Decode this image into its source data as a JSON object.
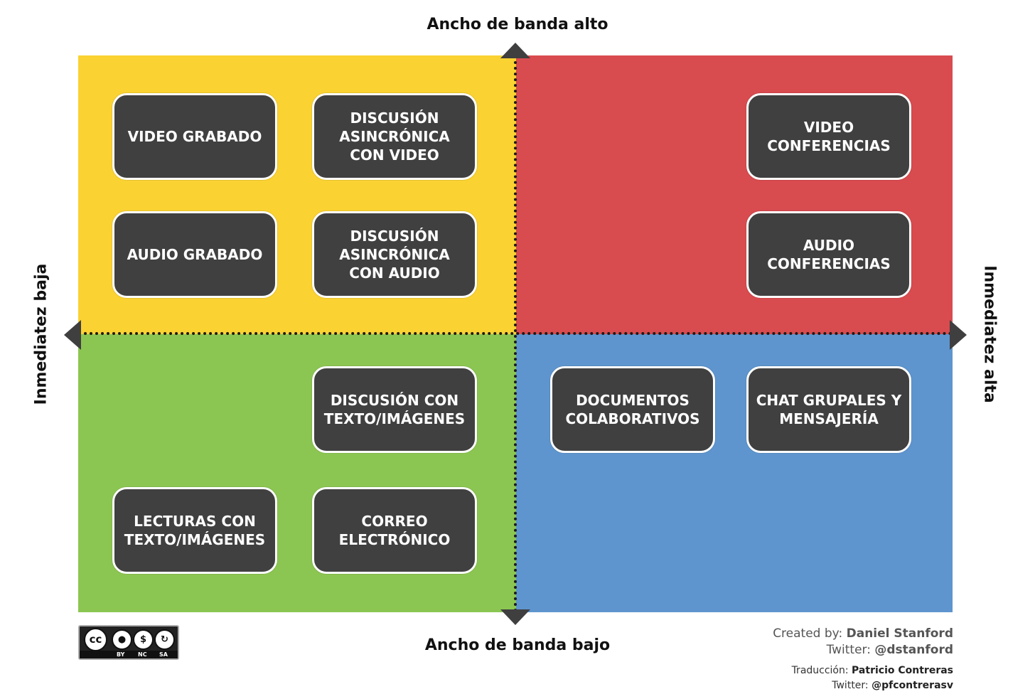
{
  "axes": {
    "top": "Ancho de banda alto",
    "bottom": "Ancho de banda bajo",
    "left": "Inmediatez baja",
    "right": "Inmediatez alta"
  },
  "colors": {
    "top_left": "#FAD232",
    "top_right": "#D84B4F",
    "bottom_left": "#8CC652",
    "bottom_right": "#5E95CE",
    "box": "#404040"
  },
  "boxes": {
    "video_grabado": "VIDEO GRABADO",
    "discusion_video": "DISCUSIÓN\nASINCRÓNICA\nCON VIDEO",
    "audio_grabado": "AUDIO GRABADO",
    "discusion_audio": "DISCUSIÓN\nASINCRÓNICA\nCON AUDIO",
    "video_conferencias": "VIDEO\nCONFERENCIAS",
    "audio_conferencias": "AUDIO\nCONFERENCIAS",
    "discusion_texto": "DISCUSIÓN CON\nTEXTO/IMÁGENES",
    "lecturas": "LECTURAS CON\nTEXTO/IMÁGENES",
    "correo": "CORREO\nELECTRÓNICO",
    "documentos": "DOCUMENTOS\nCOLABORATIVOS",
    "chat": "CHAT GRUPALES Y\nMENSAJERÍA"
  },
  "license": {
    "cc": "cc",
    "by": "BY",
    "nc": "NC",
    "sa": "SA"
  },
  "credits": {
    "created_prefix": "Created by: ",
    "created_name": "Daniel Stanford",
    "twitter1_prefix": "Twitter: ",
    "twitter1_handle": "@dstanford",
    "trad_prefix": "Traducción: ",
    "trad_name": "Patricio Contreras",
    "twitter2_prefix": "Twitter: ",
    "twitter2_handle": "@pfcontrerasv"
  }
}
